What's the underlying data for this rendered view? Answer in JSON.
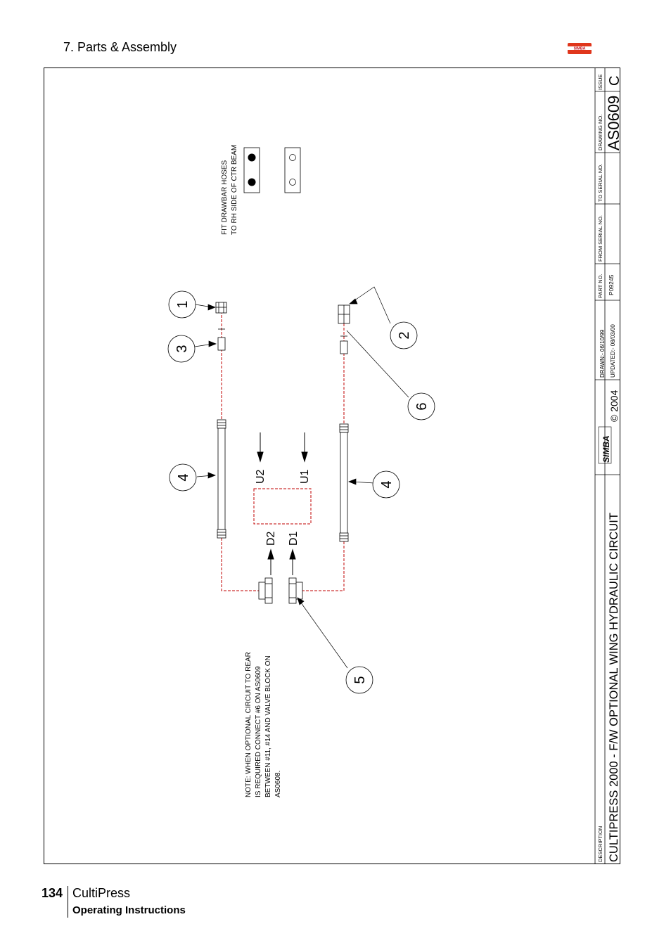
{
  "header": {
    "section_title": "7. Parts & Assembly",
    "logo_text": "SIMBA"
  },
  "title_block": {
    "description_label": "DESCRIPTION",
    "description": "CULTIPRESS 2000 - F/W OPTIONAL WING HYDRAULIC CIRCUIT",
    "logo_text": "SIMBA",
    "copyright": "© 2004",
    "drawn": "DRAWN:-  06/10/99",
    "updated": "UPDATED:-  08/03/00",
    "part_no_label": "PART NO.",
    "part_no": "P09245",
    "from_serial_label": "FROM SERIAL NO.",
    "to_serial_label": "TO SERIAL NO.",
    "drawing_no_label": "DRAWING NO.",
    "drawing_no": "AS0609",
    "issue_label": "ISSUE",
    "issue": "C"
  },
  "drawing": {
    "note_fit": [
      "FIT DRAWBAR HOSES",
      "TO RH SIDE OF CTR BEAM"
    ],
    "note_optional": [
      "NOTE: WHEN OPTIONAL CIRCUIT TO REAR",
      "IS REQUIRED CONNECT #6 ON AS0609",
      "BETWEEN #11, #14 AND VALVE BLOCK ON",
      "AS0608."
    ],
    "balloons": [
      "1",
      "2",
      "3",
      "4",
      "4",
      "5",
      "6"
    ],
    "ports": {
      "u2": "U2",
      "u1": "U1",
      "d2": "D2",
      "d1": "D1"
    }
  },
  "footer": {
    "page_number": "134",
    "product": "CultiPress",
    "subtitle": "Operating Instructions"
  }
}
